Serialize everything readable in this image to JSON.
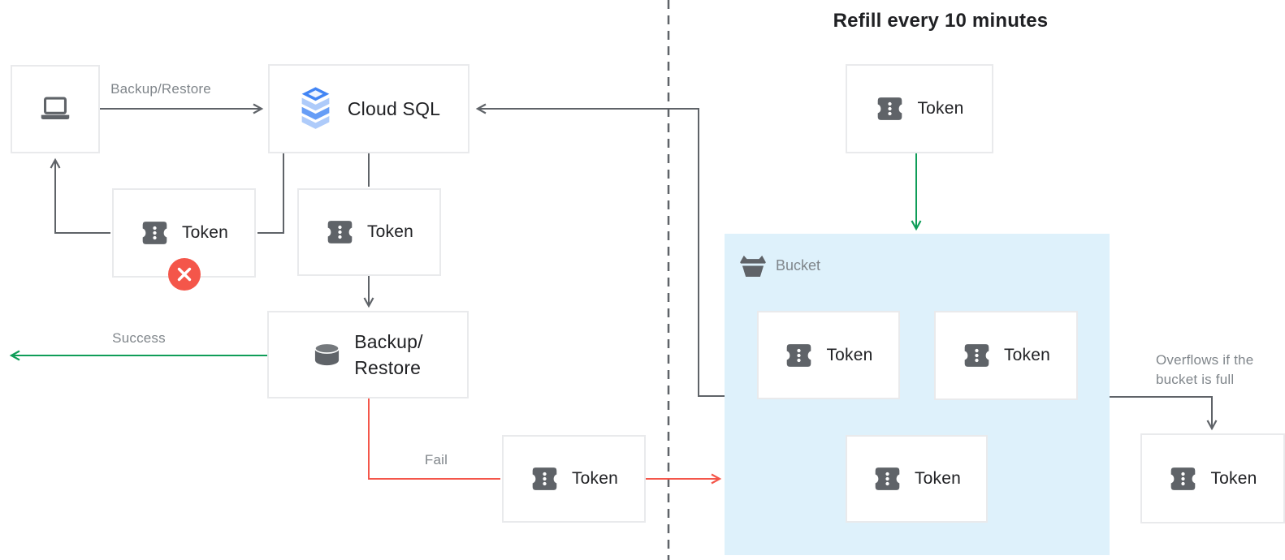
{
  "title": "Refill every 10 minutes",
  "labels": {
    "backup_restore_edge": "Backup/Restore",
    "success": "Success",
    "fail": "Fail",
    "overflow_line1": "Overflows if the",
    "overflow_line2": "bucket is full",
    "bucket": "Bucket"
  },
  "nodes": {
    "token": "Token",
    "cloud_sql": "Cloud SQL",
    "backup_restore_line1": "Backup/",
    "backup_restore_line2": "Restore"
  },
  "icons": {
    "laptop": "laptop-icon",
    "cloud_sql": "cloud-sql-icon",
    "token": "token-icon",
    "database": "database-icon",
    "bucket": "bucket-icon",
    "error": "error-x-icon"
  },
  "colors": {
    "arrow_dark": "#5f6368",
    "success_green": "#0f9d58",
    "fail_red": "#f4564a",
    "bucket_fill": "#def1fb",
    "label_gray": "#80868b",
    "text_dark": "#202124",
    "box_border": "#e9eaec"
  }
}
